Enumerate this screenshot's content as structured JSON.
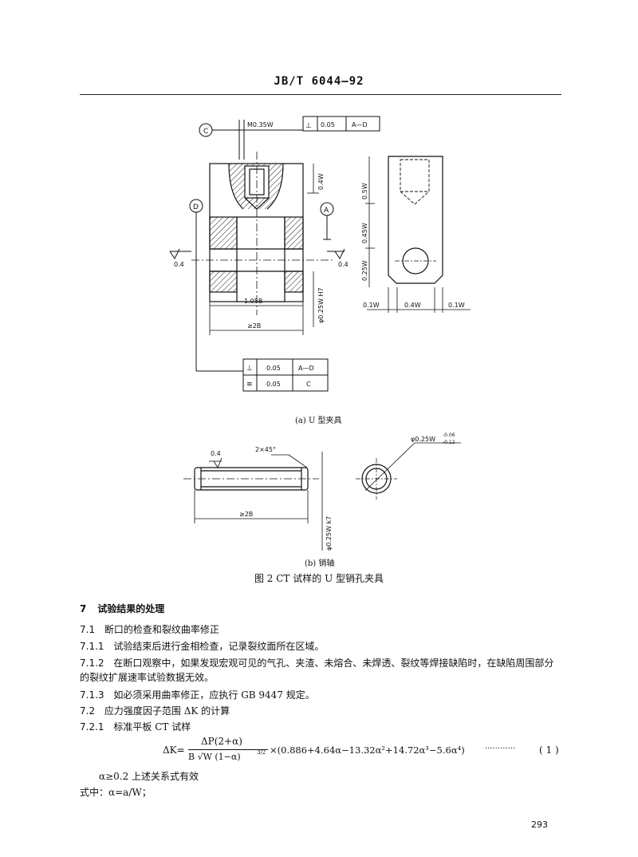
{
  "header": {
    "title": "JB/T 6044—92"
  },
  "figure_a": {
    "datum_c": "C",
    "datum_d": "D",
    "datum_a": "A",
    "pos_tol": "M0.35W",
    "top_frame": {
      "symbol": "⊥",
      "value": "0.05",
      "datum": "A—D"
    },
    "dim_04w": "0.4W",
    "dim_05w": "0.5W",
    "dim_045w": "0.45W",
    "dim_025w": "0.25W",
    "dim_025w_h7": "φ0.25W H7",
    "dim_105b": "1.05B",
    "dim_2b": "≥2B",
    "dim_01w_left": "0.1W",
    "dim_04w_bottom": "0.4W",
    "dim_01w_right": "0.1W",
    "rough_left": "0.4",
    "rough_right": "0.4",
    "bottom_frame_1": {
      "symbol": "⊥",
      "value": "0.05",
      "datum": "A—D"
    },
    "bottom_frame_2": {
      "symbol": "≡",
      "value": "0.05",
      "datum": "C"
    },
    "caption": "(a) U 型夹具"
  },
  "figure_b": {
    "rough": "0.4",
    "chamfer": "2×45°",
    "dim_2b": "≥2B",
    "dim_025w_k7": "φ0.25W k7",
    "dim_025w_tol": "φ0.25W",
    "tol_upper": "-0.06",
    "tol_lower": "-0.12",
    "caption": "(b) 销轴"
  },
  "figure_caption": "图 2 CT 试样的 U 型销孔夹具",
  "section7": {
    "num": "7",
    "title": "试验结果的处理"
  },
  "s71": {
    "num": "7.1",
    "text": "断口的检查和裂纹曲率修正"
  },
  "s711": {
    "num": "7.1.1",
    "text": "试验结束后进行金相检查，记录裂纹面所在区域。"
  },
  "s712": {
    "num": "7.1.2",
    "text": "在断口观察中，如果发现宏观可见的气孔、夹渣、未熔合、未焊透、裂纹等焊接缺陷时，在缺陷周围部分的裂纹扩展速率试验数据无效。"
  },
  "s713": {
    "num": "7.1.3",
    "text": "如必须采用曲率修正，应执行 GB 9447 规定。"
  },
  "s72": {
    "num": "7.2",
    "text": "应力强度因子范围 ΔK 的计算"
  },
  "s721": {
    "num": "7.2.1",
    "text": "标准平板 CT 试样"
  },
  "formula": {
    "lhs": "ΔK=",
    "numerator": "ΔP(2+α)",
    "denominator": "B √W (1−α)",
    "exp": "3/2",
    "rhs": "×(0.886+4.64α−13.32α²+14.72α³−5.6α⁴)",
    "dots": "············",
    "eqno": "( 1 )"
  },
  "validity": "α≥0.2 上述关系式有效",
  "where": "式中：α=a/W；",
  "page_number": "293"
}
